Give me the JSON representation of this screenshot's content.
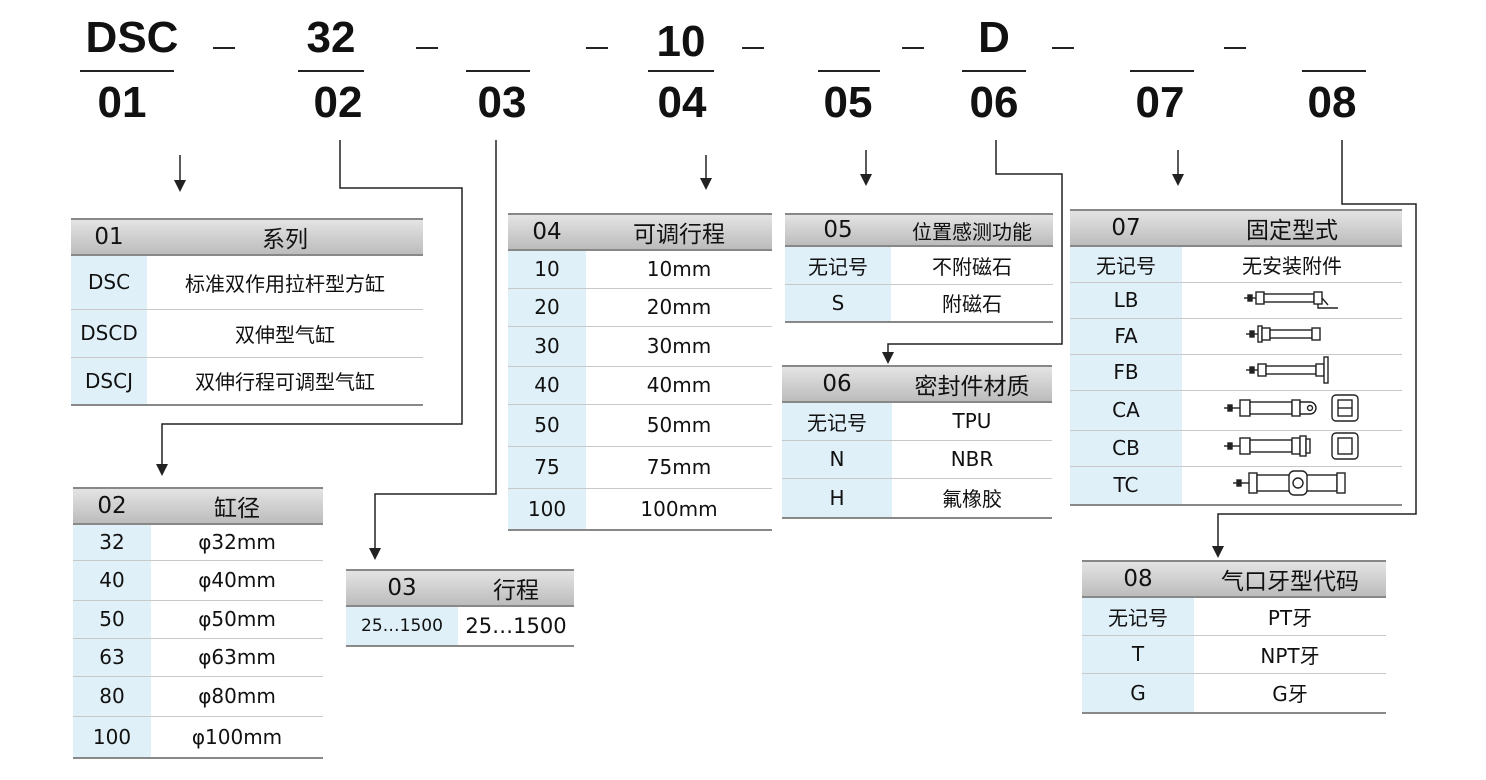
{
  "header": {
    "codes": [
      "DSC",
      "32",
      "",
      "10",
      "",
      "D",
      "",
      ""
    ],
    "positions": [
      "01",
      "02",
      "03",
      "04",
      "05",
      "06",
      "07",
      "08"
    ]
  },
  "tables": {
    "t01": {
      "head": [
        "01",
        "系列"
      ],
      "rows": [
        [
          "DSC",
          "标准双作用拉杆型方缸"
        ],
        [
          "DSCD",
          "双伸型气缸"
        ],
        [
          "DSCJ",
          "双伸行程可调型气缸"
        ]
      ]
    },
    "t02": {
      "head": [
        "02",
        "缸径"
      ],
      "rows": [
        [
          "32",
          "φ32mm"
        ],
        [
          "40",
          "φ40mm"
        ],
        [
          "50",
          "φ50mm"
        ],
        [
          "63",
          "φ63mm"
        ],
        [
          "80",
          "φ80mm"
        ],
        [
          "100",
          "φ100mm"
        ]
      ]
    },
    "t03": {
      "head": [
        "03",
        "行程"
      ],
      "rows": [
        [
          "25…1500",
          "25…1500"
        ]
      ]
    },
    "t04": {
      "head": [
        "04",
        "可调行程"
      ],
      "rows": [
        [
          "10",
          "10mm"
        ],
        [
          "20",
          "20mm"
        ],
        [
          "30",
          "30mm"
        ],
        [
          "40",
          "40mm"
        ],
        [
          "50",
          "50mm"
        ],
        [
          "75",
          "75mm"
        ],
        [
          "100",
          "100mm"
        ]
      ]
    },
    "t05": {
      "head": [
        "05",
        "位置感测功能"
      ],
      "rows": [
        [
          "无记号",
          "不附磁石"
        ],
        [
          "S",
          "附磁石"
        ]
      ]
    },
    "t06": {
      "head": [
        "06",
        "密封件材质"
      ],
      "rows": [
        [
          "无记号",
          "TPU"
        ],
        [
          "N",
          "NBR"
        ],
        [
          "H",
          "氟橡胶"
        ]
      ]
    },
    "t07": {
      "head": [
        "07",
        "固定型式"
      ],
      "rows": [
        [
          "无记号",
          "无安装附件"
        ],
        [
          "LB",
          ""
        ],
        [
          "FA",
          ""
        ],
        [
          "FB",
          ""
        ],
        [
          "CA",
          ""
        ],
        [
          "CB",
          ""
        ],
        [
          "TC",
          ""
        ]
      ],
      "icons": [
        "",
        "cylinder-lb-icon",
        "cylinder-fa-icon",
        "cylinder-fb-icon",
        "cylinder-ca-icon",
        "cylinder-cb-icon",
        "cylinder-tc-icon"
      ]
    },
    "t08": {
      "head": [
        "08",
        "气口牙型代码"
      ],
      "rows": [
        [
          "无记号",
          "PT牙"
        ],
        [
          "T",
          "NPT牙"
        ],
        [
          "G",
          "G牙"
        ]
      ]
    }
  },
  "colors": {
    "header_bg": "#c8c8c8",
    "key_bg": "#dff0f8",
    "line": "#222222"
  }
}
